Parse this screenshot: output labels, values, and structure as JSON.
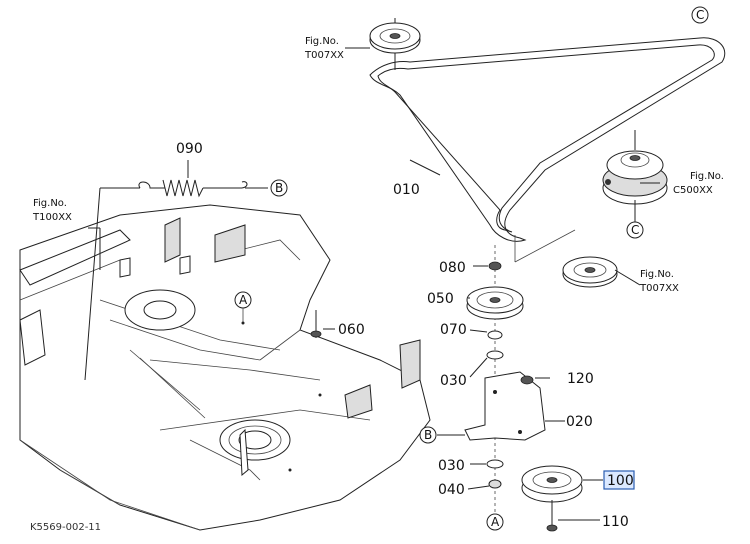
{
  "parts": {
    "p090": "090",
    "p010": "010",
    "p080": "080",
    "p050": "050",
    "p070": "070",
    "p030a": "030",
    "p030b": "030",
    "p040": "040",
    "p060": "060",
    "p120": "120",
    "p020": "020",
    "p100": "100",
    "p110": "110"
  },
  "refs": {
    "t007_top": {
      "fig": "Fig.No.",
      "code": "T007XX"
    },
    "t100": {
      "fig": "Fig.No.",
      "code": "T100XX"
    },
    "c500": {
      "fig": "Fig.No.",
      "code": "C500XX"
    },
    "t007_mid": {
      "fig": "Fig.No.",
      "code": "T007XX"
    }
  },
  "callouts": {
    "a": "A",
    "b": "B",
    "c": "C"
  },
  "drawing_code": "K5569-002-11",
  "highlight_color": "#2a5db0"
}
